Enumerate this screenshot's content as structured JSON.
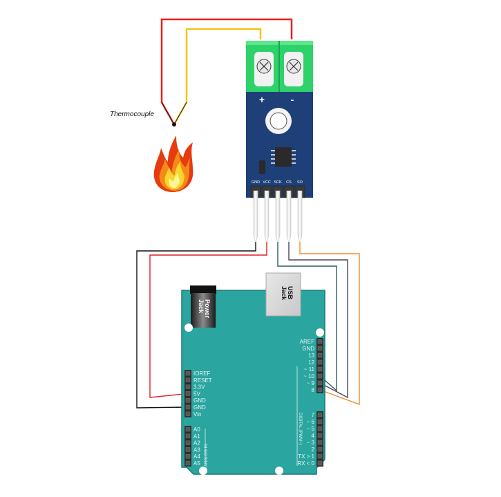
{
  "diagram": {
    "title": "Thermocouple MAX6675 module wired to Arduino Uno",
    "thermocouple": {
      "label": "Thermocouple",
      "wire_colors": {
        "positive": "#e8201c",
        "negative": "#f5c418"
      }
    },
    "flame": {
      "name": "heat-source"
    },
    "module": {
      "terminal_labels": {
        "plus": "+",
        "minus": "-"
      },
      "pin_labels": [
        "GND",
        "VCC",
        "SCK",
        "CS",
        "SO"
      ],
      "colors": {
        "board": "#1e3f78",
        "terminal": "#2ed26a"
      }
    },
    "arduino": {
      "power_jack_label_line1": "Power",
      "power_jack_label_line2": "Jack",
      "usb_jack_line1": "USB",
      "usb_jack_line2": "Jack",
      "power_header": [
        "IOREF",
        "RESET",
        "3.3V",
        "5V",
        "GND",
        "GND",
        "Vin"
      ],
      "analog_header": [
        "A0",
        "A1",
        "A2",
        "A3",
        "A4",
        "A5"
      ],
      "analog_label": "ANALOG IN",
      "digital_top_header": [
        "AREF",
        "GND",
        "13",
        "12",
        "~ 11",
        "~ 10",
        "~ 9",
        "8"
      ],
      "digital_bottom_header": [
        "7",
        "~ 6",
        "~ 5",
        "4",
        "~ 3",
        "2",
        "TX > 1",
        "RX < 0"
      ],
      "digital_label": "DIGITAL (PWM~)",
      "colors": {
        "board": "#2aa5a0",
        "board_edge": "#1d7a77"
      }
    },
    "connections": [
      {
        "from": "GND",
        "to": "GND",
        "color": "#111111"
      },
      {
        "from": "VCC",
        "to": "5V",
        "color": "#e02020"
      },
      {
        "from": "SCK",
        "to": "~ 10",
        "color": "#2f5b5e"
      },
      {
        "from": "CS",
        "to": "~ 9",
        "color": "#4a4560"
      },
      {
        "from": "SO",
        "to": "8",
        "color": "#f08a2a"
      }
    ]
  }
}
